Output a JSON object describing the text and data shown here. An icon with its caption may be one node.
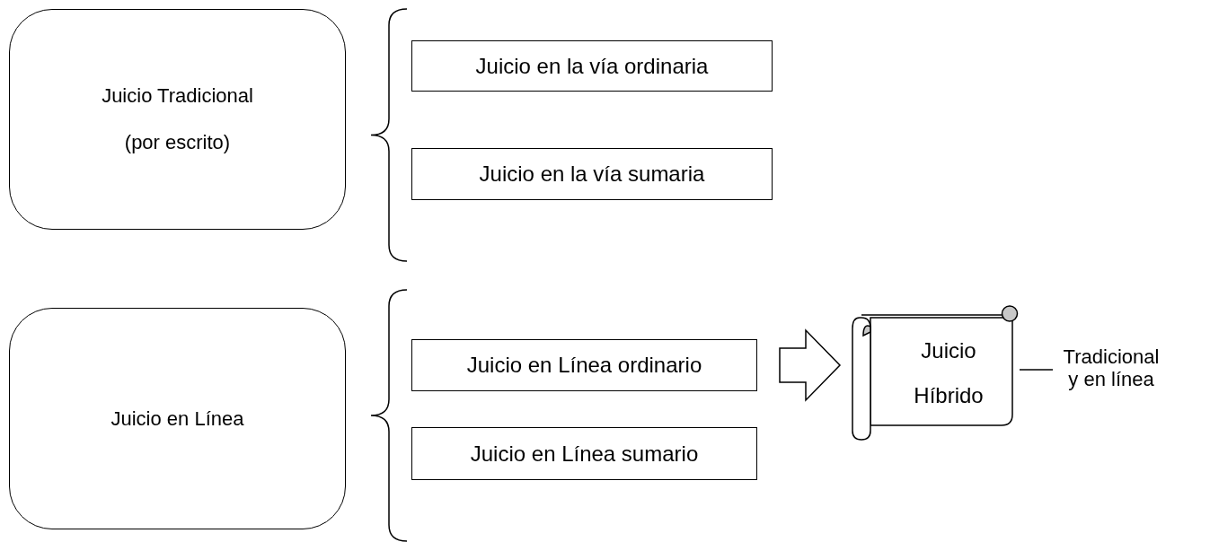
{
  "diagram": {
    "nodes": [
      {
        "text": [
          "Juicio Tradicional",
          "(por escrito)"
        ]
      },
      {
        "text": [
          "Juicio en la vía ordinaria"
        ]
      },
      {
        "text": [
          "Juicio en la vía sumaria"
        ]
      },
      {
        "text": [
          "Juicio en Línea"
        ]
      },
      {
        "text": [
          "Juicio en Línea ordinario"
        ]
      },
      {
        "text": [
          "Juicio en Línea sumario"
        ]
      },
      {
        "text": [
          "Juicio Híbrido"
        ]
      },
      {
        "text": [
          "Tradicional y en línea"
        ]
      }
    ],
    "edges": [
      {
        "from": 4,
        "to": 6,
        "arrow": "to",
        "style": "thick"
      },
      {
        "from": 7,
        "to": 6,
        "arrow": "none"
      }
    ]
  }
}
